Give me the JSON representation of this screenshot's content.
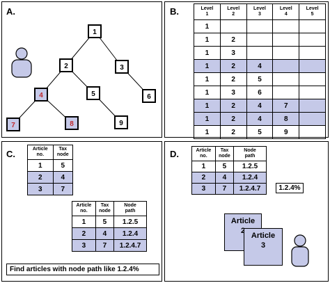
{
  "panels": {
    "a": {
      "label": "A."
    },
    "b": {
      "label": "B."
    },
    "c": {
      "label": "C."
    },
    "d": {
      "label": "D."
    }
  },
  "tree": {
    "nodes": [
      {
        "id": "1",
        "label": "1",
        "highlighted": false
      },
      {
        "id": "2",
        "label": "2",
        "highlighted": false
      },
      {
        "id": "3",
        "label": "3",
        "highlighted": false
      },
      {
        "id": "4",
        "label": "4",
        "highlighted": true
      },
      {
        "id": "5",
        "label": "5",
        "highlighted": false
      },
      {
        "id": "6",
        "label": "6",
        "highlighted": false
      },
      {
        "id": "7",
        "label": "7",
        "highlighted": true
      },
      {
        "id": "8",
        "label": "8",
        "highlighted": true
      },
      {
        "id": "9",
        "label": "9",
        "highlighted": false
      }
    ],
    "edges": [
      [
        "1",
        "2"
      ],
      [
        "1",
        "3"
      ],
      [
        "2",
        "4"
      ],
      [
        "2",
        "5"
      ],
      [
        "3",
        "6"
      ],
      [
        "4",
        "7"
      ],
      [
        "4",
        "8"
      ],
      [
        "5",
        "9"
      ]
    ]
  },
  "levels_table": {
    "headers": [
      [
        "Level",
        "1"
      ],
      [
        "Level",
        "2"
      ],
      [
        "Level",
        "3"
      ],
      [
        "Level",
        "4"
      ],
      [
        "Level",
        "5"
      ]
    ],
    "rows": [
      {
        "cells": [
          "1",
          "",
          "",
          "",
          ""
        ],
        "highlighted": false
      },
      {
        "cells": [
          "1",
          "2",
          "",
          "",
          ""
        ],
        "highlighted": false
      },
      {
        "cells": [
          "1",
          "3",
          "",
          "",
          ""
        ],
        "highlighted": false
      },
      {
        "cells": [
          "1",
          "2",
          "4",
          "",
          ""
        ],
        "highlighted": true
      },
      {
        "cells": [
          "1",
          "2",
          "5",
          "",
          ""
        ],
        "highlighted": false
      },
      {
        "cells": [
          "1",
          "3",
          "6",
          "",
          ""
        ],
        "highlighted": false
      },
      {
        "cells": [
          "1",
          "2",
          "4",
          "7",
          ""
        ],
        "highlighted": true
      },
      {
        "cells": [
          "1",
          "2",
          "4",
          "8",
          ""
        ],
        "highlighted": true
      },
      {
        "cells": [
          "1",
          "2",
          "5",
          "9",
          ""
        ],
        "highlighted": false
      }
    ]
  },
  "article_tax_table": {
    "headers": [
      [
        "Article",
        "no."
      ],
      [
        "Tax",
        "node"
      ]
    ],
    "rows": [
      {
        "cells": [
          "1",
          "5"
        ],
        "highlighted": false
      },
      {
        "cells": [
          "2",
          "4"
        ],
        "highlighted": true
      },
      {
        "cells": [
          "3",
          "7"
        ],
        "highlighted": true
      }
    ]
  },
  "node_path_table": {
    "headers": [
      [
        "Article",
        "no."
      ],
      [
        "Tax",
        "node"
      ],
      [
        "Node",
        "path"
      ]
    ],
    "rows": [
      {
        "cells": [
          "1",
          "5",
          "1.2.5"
        ],
        "highlighted": false
      },
      {
        "cells": [
          "2",
          "4",
          "1.2.4"
        ],
        "highlighted": true
      },
      {
        "cells": [
          "3",
          "7",
          "1.2.4.7"
        ],
        "highlighted": true
      }
    ]
  },
  "query": {
    "text": "Find articles with node path like  1.2.4%"
  },
  "panel_d": {
    "pattern": "1.2.4%",
    "articles": [
      {
        "title": "Article",
        "number": "2"
      },
      {
        "title": "Article",
        "number": "3"
      }
    ]
  },
  "colors": {
    "highlight": "#c5c9e8",
    "highlight_text": "#c0282d",
    "person": "#c5c9e8"
  }
}
